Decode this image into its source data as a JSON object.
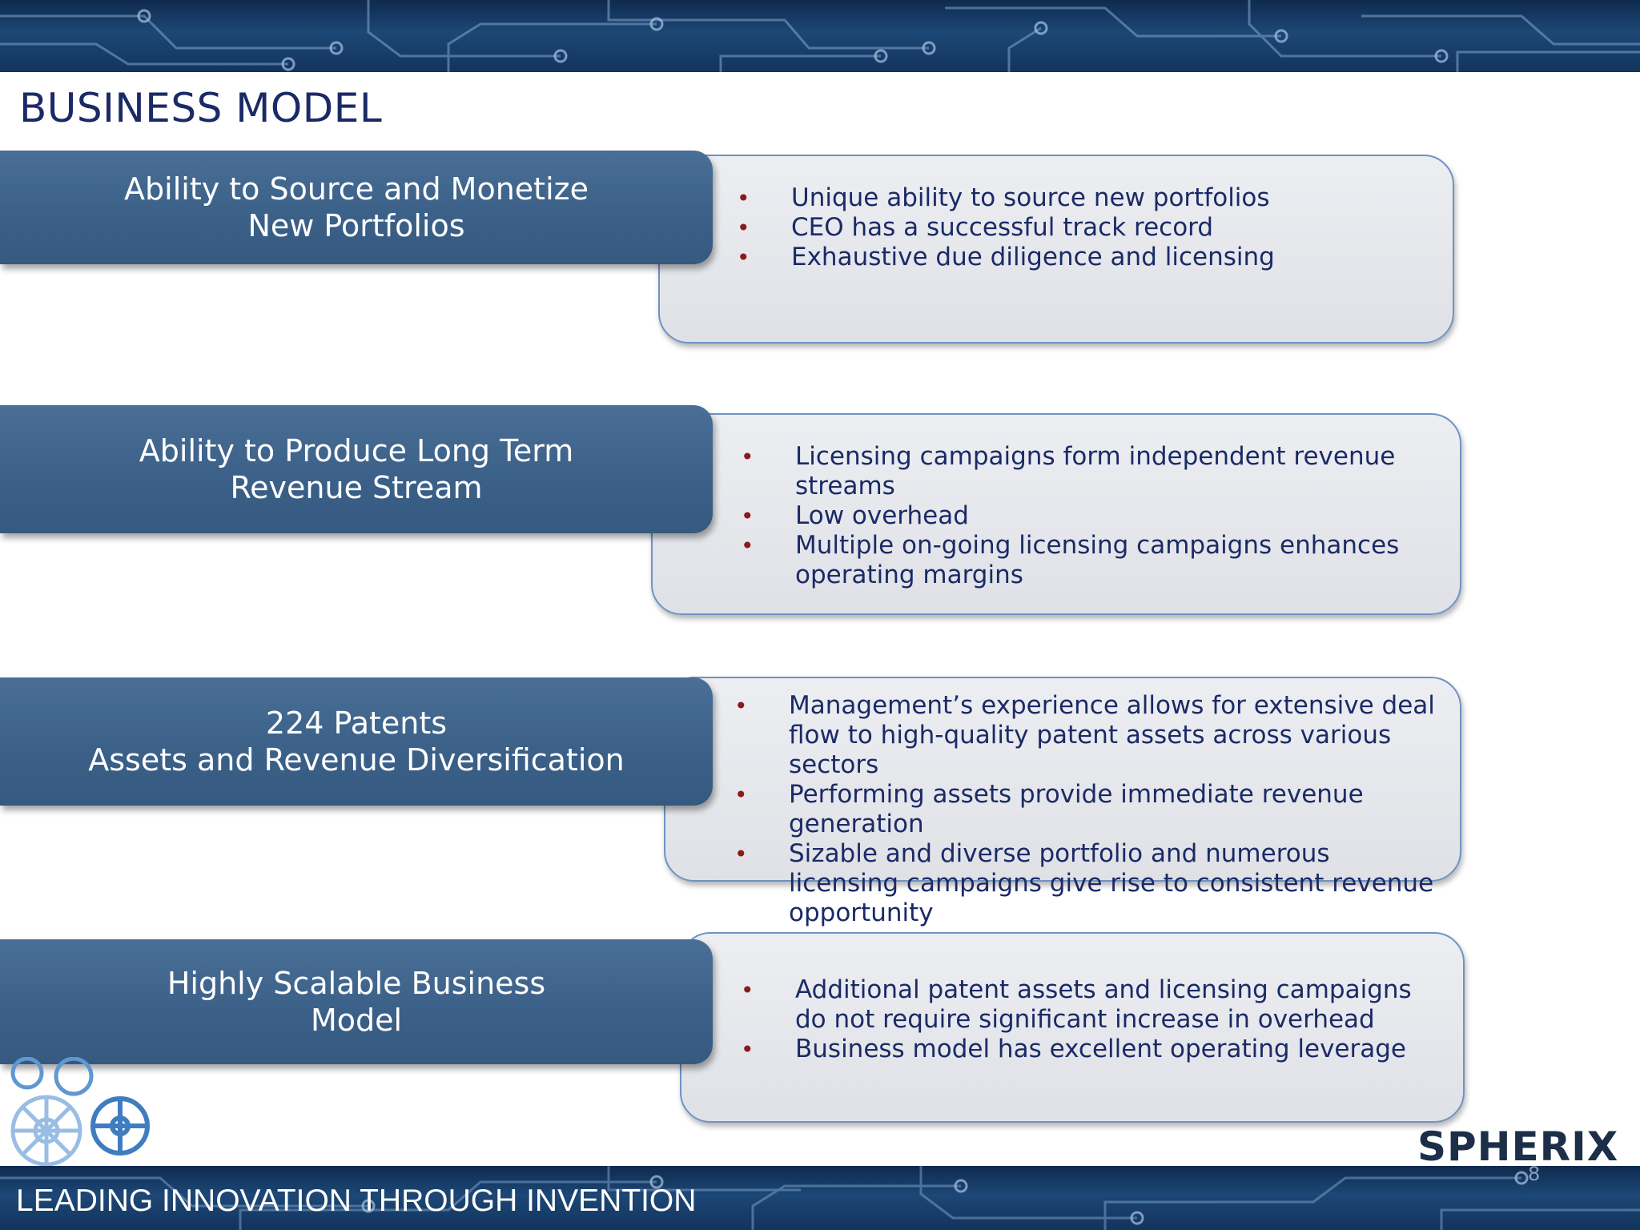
{
  "slide": {
    "title": "BUSINESS MODEL",
    "footer": "LEADING INNOVATION THROUGH INVENTION",
    "logo": "SPHERIX",
    "page_number": "8"
  },
  "sections": [
    {
      "header": [
        "Ability to Source and Monetize",
        "New Portfolios"
      ],
      "bullets": [
        "Unique ability to source new portfolios",
        "CEO has a successful track record",
        "Exhaustive due diligence and licensing"
      ]
    },
    {
      "header": [
        "Ability to Produce Long Term",
        "Revenue Stream"
      ],
      "bullets": [
        "Licensing campaigns form independent revenue streams",
        "Low overhead",
        "Multiple on-going licensing campaigns enhances operating margins"
      ]
    },
    {
      "header": [
        "224 Patents",
        "Assets and Revenue Diversification"
      ],
      "bullets": [
        "Management’s experience allows for extensive deal flow to high-quality patent assets across various sectors",
        "Performing assets provide immediate revenue generation",
        "Sizable and diverse portfolio and numerous licensing campaigns give rise to consistent revenue opportunity"
      ]
    },
    {
      "header": [
        "Highly Scalable Business",
        "Model"
      ],
      "bullets": [
        "Additional patent assets and licensing campaigns do not require significant increase in overhead",
        "Business model has excellent operating leverage"
      ]
    }
  ],
  "colors": {
    "title_text": "#1b2a66",
    "header_fill": "#3c6189",
    "detail_fill": "#e4e6ea",
    "detail_border": "#6f93c4",
    "bullet_marker": "#8b1a1a",
    "banner": "#1d4776"
  },
  "icons": {
    "top_banner": "circuit-board-banner",
    "bottom_banner": "circuit-board-banner",
    "corner_graphic": "gears-icon"
  }
}
